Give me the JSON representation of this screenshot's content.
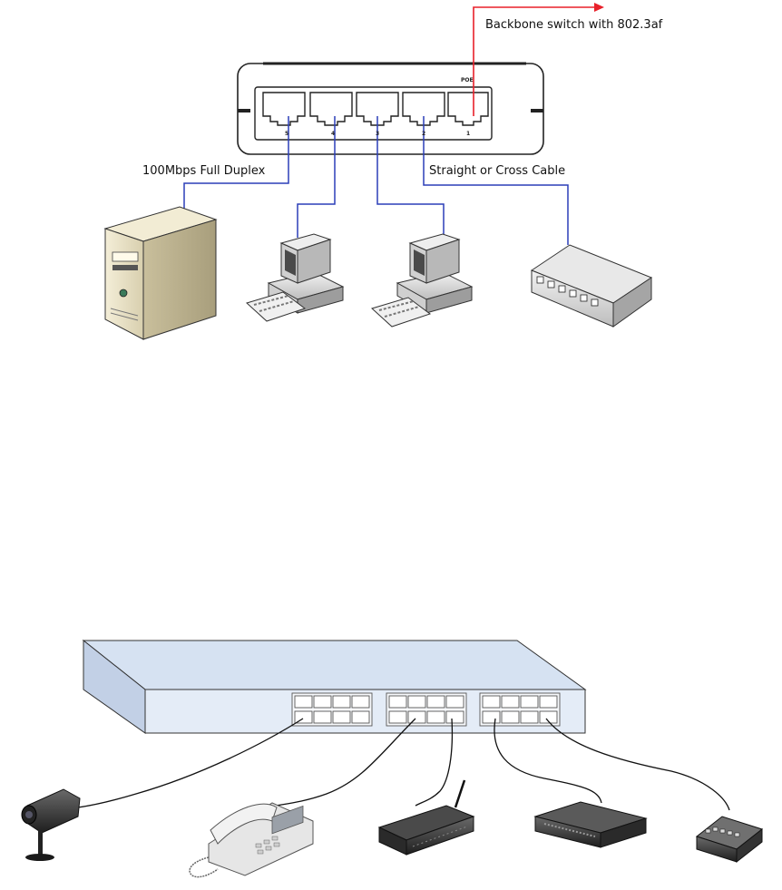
{
  "top_diagram": {
    "backbone_label": "Backbone switch with 802.3af",
    "duplex_label": "100Mbps Full Duplex",
    "cable_label": "Straight or Cross Cable",
    "poe_label": "POE",
    "port_numbers": [
      "5",
      "4",
      "3",
      "2",
      "1"
    ],
    "uplink_color": "#e8202a",
    "cable_color": "#2b3fb8"
  },
  "bottom_diagram": {
    "switch_fill": "#d6e2f2",
    "cable_color": "#111111"
  }
}
